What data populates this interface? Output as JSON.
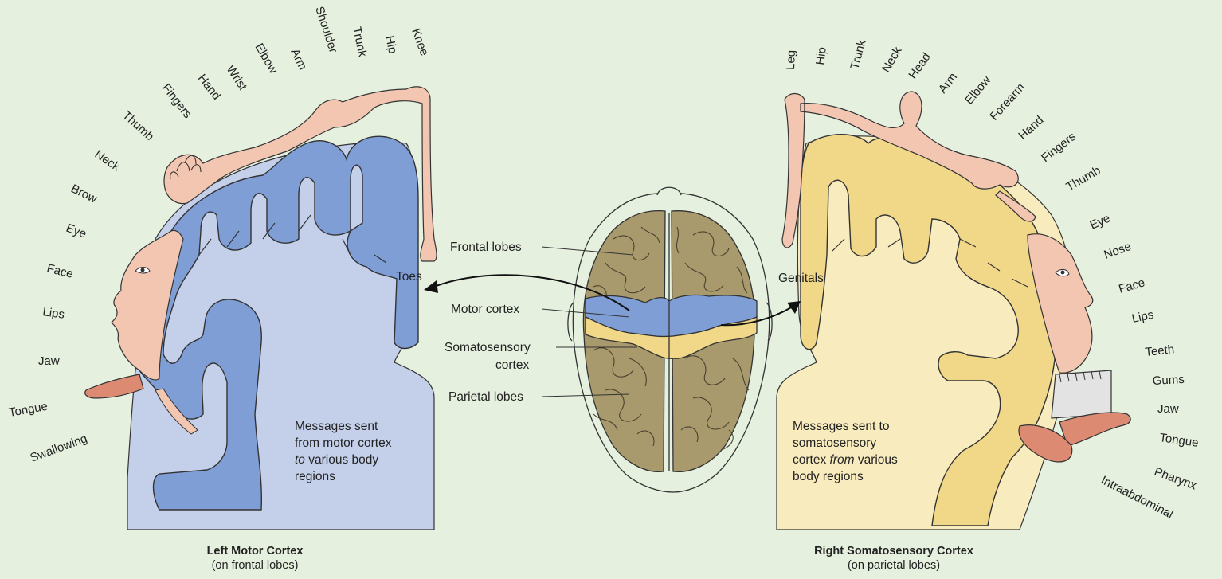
{
  "motor": {
    "body_labels": [
      "Knee",
      "Hip",
      "Trunk",
      "Shoulder",
      "Arm",
      "Elbow",
      "Wrist",
      "Hand",
      "Fingers",
      "Thumb",
      "Neck",
      "Brow",
      "Eye",
      "Face",
      "Lips",
      "Jaw",
      "Tongue",
      "Swallowing"
    ],
    "toes_label": "Toes",
    "message": [
      "Messages sent",
      "from motor cortex",
      "to various body",
      "regions"
    ],
    "message_italic_word": "to",
    "caption_title": "Left Motor Cortex",
    "caption_sub": "(on frontal lobes)"
  },
  "sensory": {
    "body_labels": [
      "Leg",
      "Hip",
      "Trunk",
      "Neck",
      "Head",
      "Arm",
      "Elbow",
      "Forearm",
      "Hand",
      "Fingers",
      "Thumb",
      "Eye",
      "Nose",
      "Face",
      "Lips",
      "Teeth",
      "Gums",
      "Jaw",
      "Tongue",
      "Pharynx",
      "Intraabdominal"
    ],
    "genitals_label": "Genitals",
    "message": [
      "Messages sent to",
      "somatosensory",
      "cortex from various",
      "body regions"
    ],
    "message_italic_word": "from",
    "caption_title": "Right Somatosensory Cortex",
    "caption_sub": "(on parietal lobes)"
  },
  "brain": {
    "labels": [
      "Frontal lobes",
      "Motor cortex",
      "Somatosensory",
      "cortex",
      "Parietal lobes"
    ]
  },
  "colors": {
    "background": "#e6f0df",
    "motor_blue": "#7f9ed5",
    "motor_bg": "#c4d0ea",
    "sensory_yellow": "#f1d889",
    "sensory_bg": "#f8ebbd",
    "skin": "#f3c6b2",
    "brain_tan": "#a89a6c"
  }
}
